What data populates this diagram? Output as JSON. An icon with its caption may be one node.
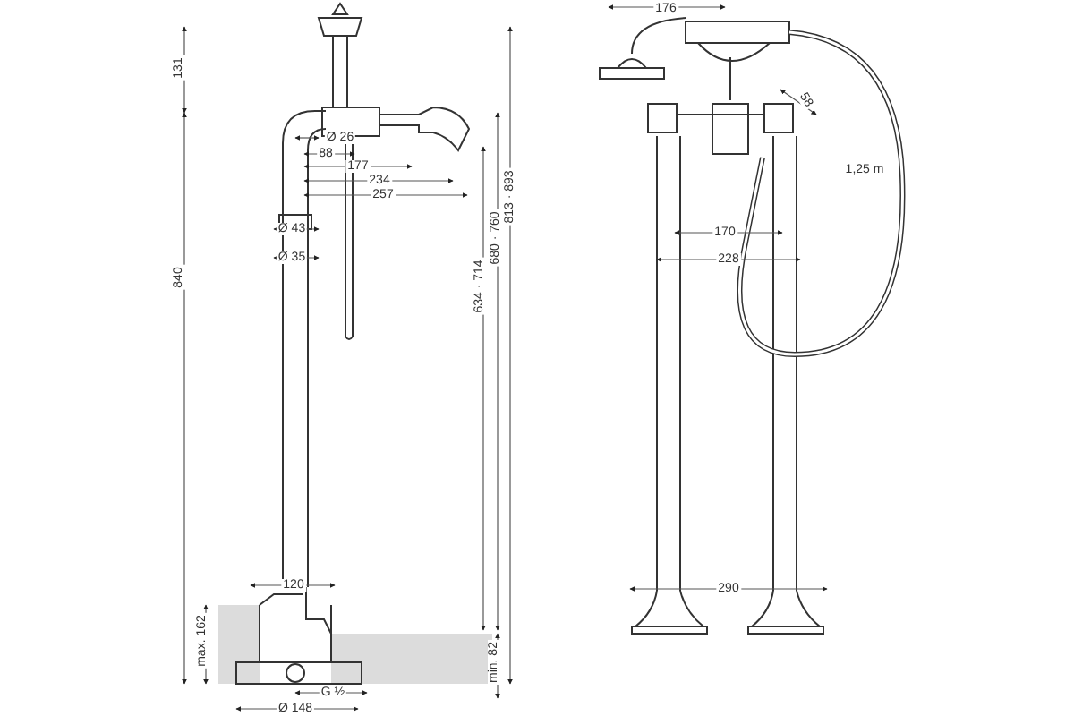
{
  "diagram": {
    "labels": [
      "131",
      "Ø 26",
      "88",
      "177",
      "234",
      "257",
      "Ø 43",
      "Ø 35",
      "840",
      "634 · 714",
      "680 · 760",
      "813 · 893",
      "120",
      "max. 162",
      "min. 82",
      "G ½",
      "Ø 148",
      "176",
      "58",
      "1,25 m",
      "170",
      "228",
      "290"
    ]
  }
}
